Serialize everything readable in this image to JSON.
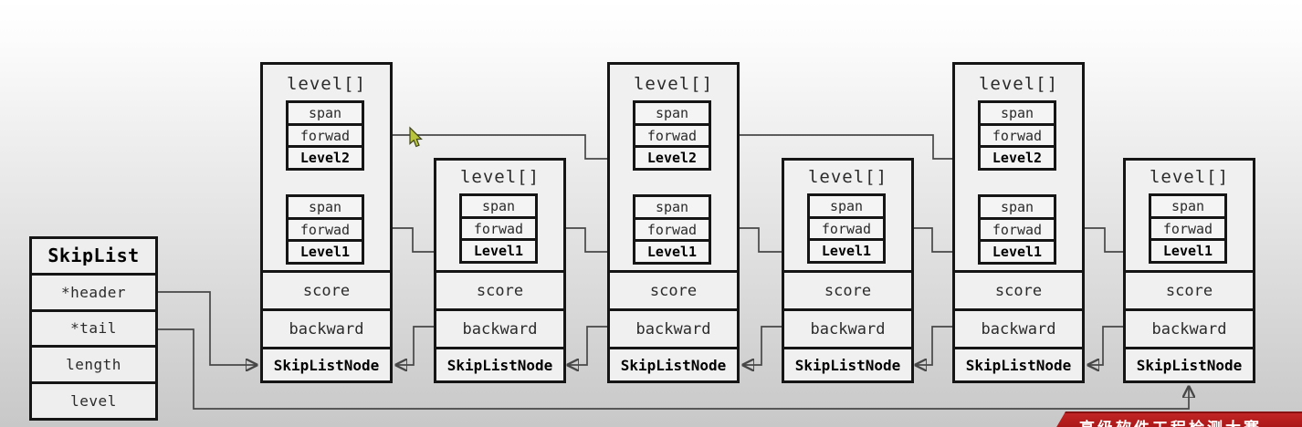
{
  "skiplist_struct": {
    "title": "SkipList",
    "fields": [
      {
        "label": "*header"
      },
      {
        "label": "*tail"
      },
      {
        "label": "length"
      },
      {
        "label": "level"
      }
    ]
  },
  "nodes": [
    {
      "title": "level[]",
      "tall": true,
      "level2": {
        "span": "span",
        "forward": "forwad",
        "name": "Level2"
      },
      "level1": {
        "span": "span",
        "forward": "forwad",
        "name": "Level1"
      },
      "score": "score",
      "backward": "backward",
      "footer": "SkipListNode"
    },
    {
      "title": "level[]",
      "tall": false,
      "level1": {
        "span": "span",
        "forward": "forwad",
        "name": "Level1"
      },
      "score": "score",
      "backward": "backward",
      "footer": "SkipListNode"
    },
    {
      "title": "level[]",
      "tall": true,
      "level2": {
        "span": "span",
        "forward": "forwad",
        "name": "Level2"
      },
      "level1": {
        "span": "span",
        "forward": "forwad",
        "name": "Level1"
      },
      "score": "score",
      "backward": "backward",
      "footer": "SkipListNode"
    },
    {
      "title": "level[]",
      "tall": false,
      "level1": {
        "span": "span",
        "forward": "forwad",
        "name": "Level1"
      },
      "score": "score",
      "backward": "backward",
      "footer": "SkipListNode"
    },
    {
      "title": "level[]",
      "tall": true,
      "level2": {
        "span": "span",
        "forward": "forwad",
        "name": "Level2"
      },
      "level1": {
        "span": "span",
        "forward": "forwad",
        "name": "Level1"
      },
      "score": "score",
      "backward": "backward",
      "footer": "SkipListNode"
    },
    {
      "title": "level[]",
      "tall": false,
      "level1": {
        "span": "span",
        "forward": "forwad",
        "name": "Level1"
      },
      "score": "score",
      "backward": "backward",
      "footer": "SkipListNode"
    }
  ],
  "edges": [
    {
      "from": "SkipList.*header",
      "to": "node1.SkipListNode"
    },
    {
      "from": "SkipList.*tail",
      "to": "node6.SkipListNode"
    },
    {
      "from": "node1.level2.forwad",
      "to": "node3.Level2"
    },
    {
      "from": "node3.level2.forwad",
      "to": "node5.Level2"
    },
    {
      "from": "node1.level1.forwad",
      "to": "node2.Level1"
    },
    {
      "from": "node2.level1.forwad",
      "to": "node3.Level1"
    },
    {
      "from": "node3.level1.forwad",
      "to": "node4.Level1"
    },
    {
      "from": "node4.level1.forwad",
      "to": "node5.Level1"
    },
    {
      "from": "node5.level1.forwad",
      "to": "node6.Level1"
    },
    {
      "from": "node2.backward",
      "to": "node1.SkipListNode"
    },
    {
      "from": "node3.backward",
      "to": "node2.SkipListNode"
    },
    {
      "from": "node4.backward",
      "to": "node3.SkipListNode"
    },
    {
      "from": "node5.backward",
      "to": "node4.SkipListNode"
    },
    {
      "from": "node6.backward",
      "to": "node5.SkipListNode"
    }
  ],
  "banner": {
    "partial_text": "高级软件工程检测大赛",
    "background": "#b71f1f",
    "text_color": "#ffffff"
  },
  "cursor": {
    "icon": "mouse-pointer",
    "color": "#b9c43e"
  },
  "colors": {
    "background_top": "#ffffff",
    "background_bottom": "#c8c8c8",
    "box_fill": "#eeeeee",
    "box_border": "#151515",
    "wire": "#474747"
  }
}
